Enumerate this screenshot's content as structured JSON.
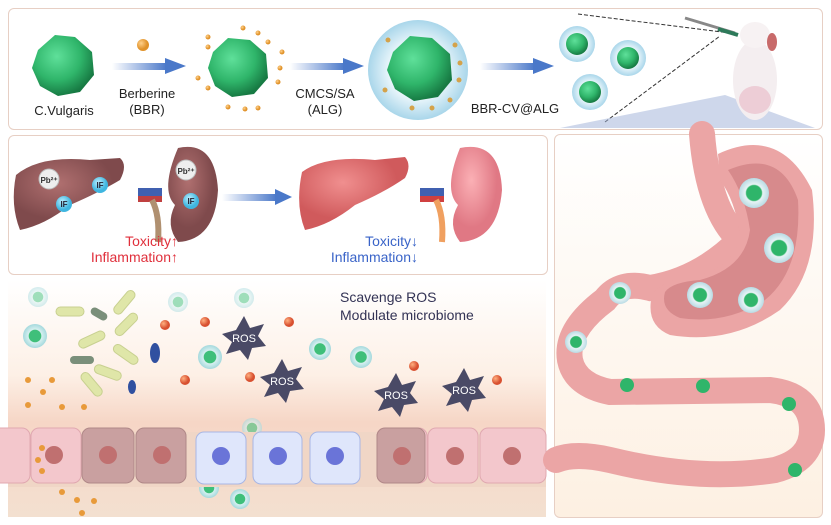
{
  "top_panel": {
    "labels": {
      "cv": "C.Vulgaris",
      "bbr_line1": "Berberine",
      "bbr_line2": "(BBR)",
      "alg_line1": "CMCS/SA",
      "alg_line2": "(ALG)",
      "product": "BBR-CV@ALG"
    }
  },
  "organ_panel": {
    "before": {
      "pb_label": "Pb²⁺",
      "if_label": "IF",
      "toxicity": "Toxicity",
      "inflammation": "Inflammation",
      "arrow": "↑"
    },
    "after": {
      "toxicity": "Toxicity",
      "inflammation": "Inflammation",
      "arrow": "↓"
    }
  },
  "intestine_panel": {
    "line1": "Scavenge ROS",
    "line2": "Modulate microbiome",
    "ros_label": "ROS"
  },
  "colors": {
    "panel_border": "#e7cfc4",
    "algae_green": "#2fb56a",
    "arrow_blue": "#4a78c9",
    "increase_red": "#e0303c",
    "decrease_blue": "#3a64c8",
    "ros_star": "#4a4a66"
  }
}
